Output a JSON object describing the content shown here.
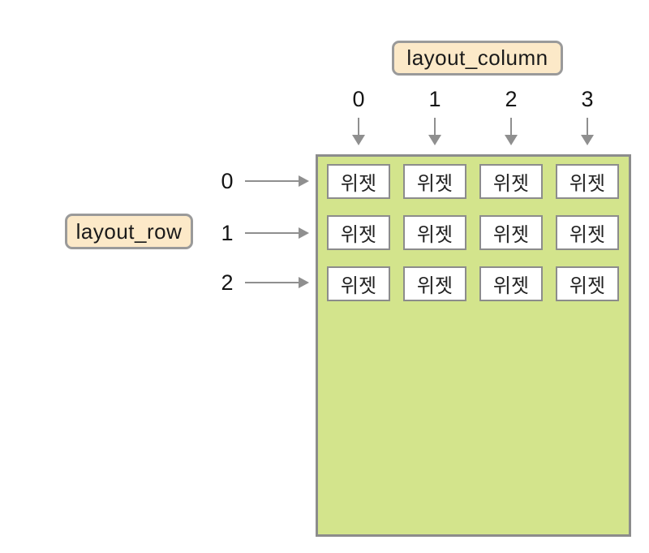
{
  "diagram": {
    "title_semantic": "grid layout row/column diagram",
    "column_label": "layout_column",
    "row_label": "layout_row",
    "column_indices": [
      "0",
      "1",
      "2",
      "3"
    ],
    "row_indices": [
      "0",
      "1",
      "2"
    ],
    "cell_label": "위젯",
    "grid": {
      "num_columns": 4,
      "num_rows": 3,
      "filled_cells": 12
    }
  },
  "colors": {
    "page_background": "#ffffff",
    "grid_background": "#d3e48c",
    "grid_border": "#8c8c8c",
    "cell_background": "#ffffff",
    "cell_border": "#8c8c8c",
    "label_background": "#fce9c8",
    "label_border": "#9a9a9a",
    "arrow": "#8f8f8f",
    "text": "#1a1a1a"
  }
}
